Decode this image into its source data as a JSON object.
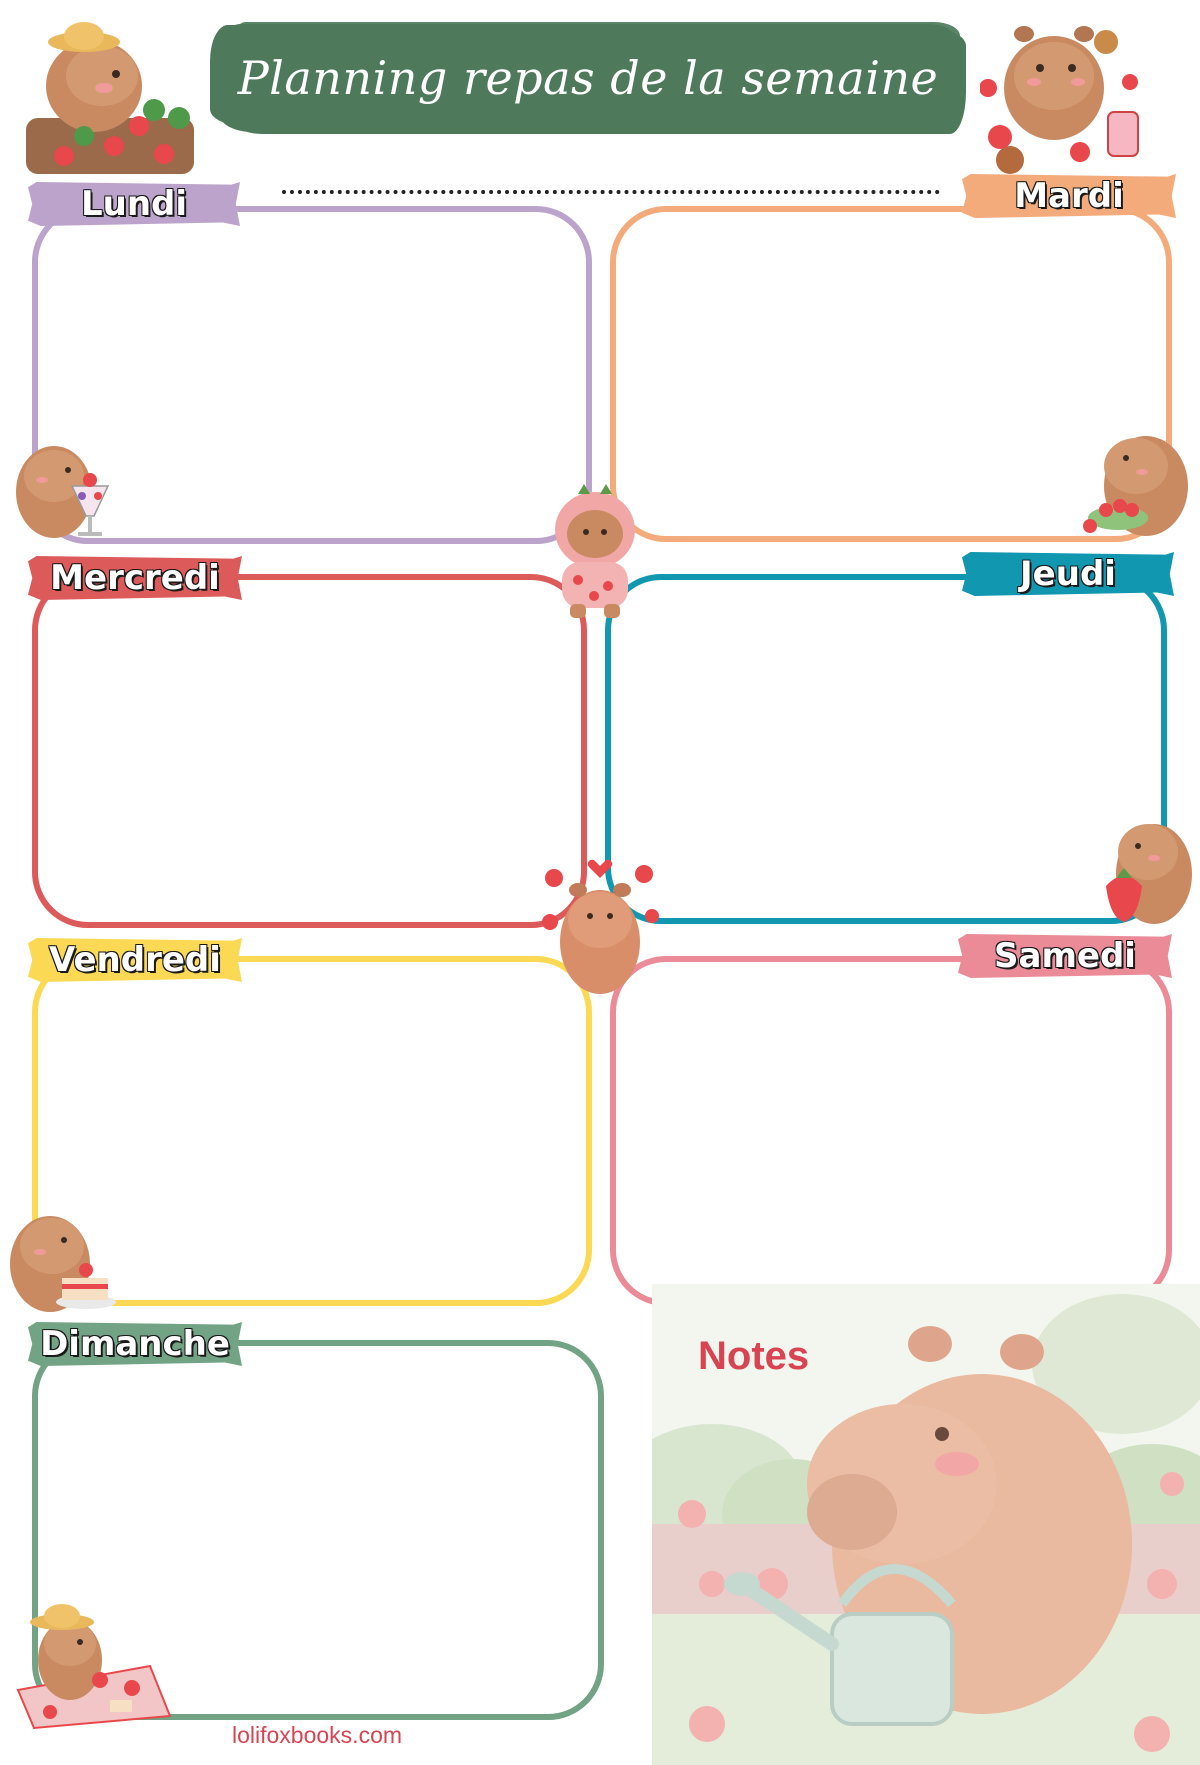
{
  "page": {
    "title": "Planning repas de la semaine",
    "footer": "lolifoxbooks.com"
  },
  "days": [
    {
      "id": "lundi",
      "label": "Lundi",
      "color": "#bca3cc"
    },
    {
      "id": "mardi",
      "label": "Mardi",
      "color": "#f4ab7c"
    },
    {
      "id": "mercredi",
      "label": "Mercredi",
      "color": "#dd5a5a"
    },
    {
      "id": "jeudi",
      "label": "Jeudi",
      "color": "#1197b0"
    },
    {
      "id": "vendredi",
      "label": "Vendredi",
      "color": "#fbd955"
    },
    {
      "id": "samedi",
      "label": "Samedi",
      "color": "#ea8b97"
    },
    {
      "id": "dimanche",
      "label": "Dimanche",
      "color": "#71a384"
    }
  ],
  "notes": {
    "title": "Notes"
  },
  "colors": {
    "banner": "#4e7a5b",
    "accent": "#d94452",
    "capybara": "#c98a62",
    "strawberry": "#e8484b"
  },
  "decorations": [
    "capybara-strawberry-garden",
    "capybara-strawberry-snacks",
    "capybara-parfait",
    "capybara-eating-strawberries",
    "capybara-strawberry-hoodie",
    "capybara-hearts",
    "capybara-hugging-strawberry",
    "capybara-cake",
    "capybara-picnic",
    "capybara-watering-can"
  ]
}
